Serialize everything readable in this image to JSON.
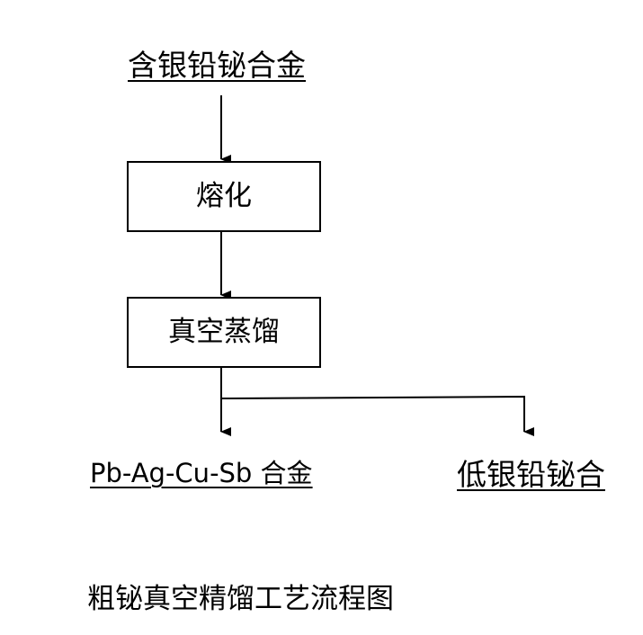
{
  "diagram": {
    "input": "含银铅铋合金",
    "steps": [
      "熔化",
      "真空蒸馏"
    ],
    "outputs": [
      "Pb-Ag-Cu-Sb 合金",
      "低银铅铋合"
    ],
    "caption": "粗铋真空精馏工艺流程图"
  }
}
